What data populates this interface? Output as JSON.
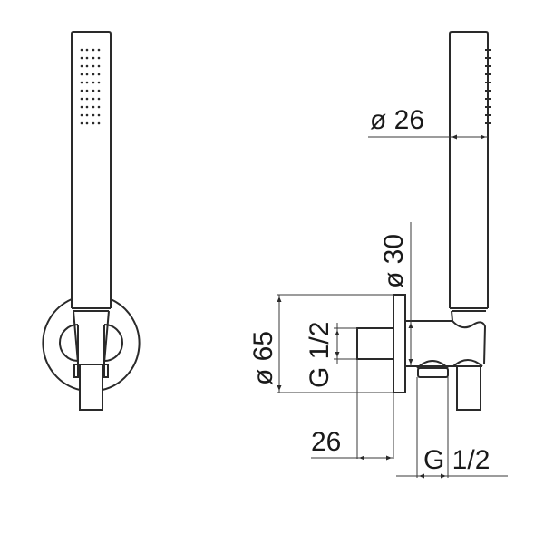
{
  "drawing": {
    "subject": "hand shower with wall outlet elbow and holder",
    "views": [
      "front-view",
      "side-view"
    ],
    "line_color": "#2a2a2a",
    "background": "#ffffff"
  },
  "dimensions": {
    "handset_diameter": "ø 26",
    "holder_diameter": "ø 30",
    "flange_diameter": "ø 65",
    "inlet_thread": "G 1/2",
    "projection": "26",
    "outlet_thread": "G 1/2"
  }
}
